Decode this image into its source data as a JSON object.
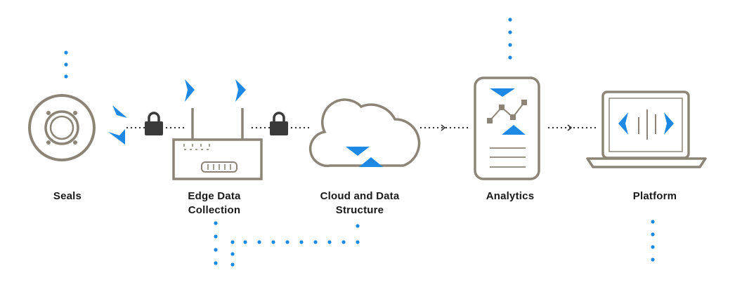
{
  "stages": [
    {
      "id": "seals",
      "lines": [
        "Seals"
      ]
    },
    {
      "id": "edge",
      "lines": [
        "Edge Data",
        "Collection"
      ]
    },
    {
      "id": "cloud",
      "lines": [
        "Cloud and Data",
        "Structure"
      ]
    },
    {
      "id": "analytics",
      "lines": [
        "Analytics"
      ]
    },
    {
      "id": "platform",
      "lines": [
        "Platform"
      ]
    }
  ],
  "colors": {
    "outline": "#8c8577",
    "accent": "#1e88e5",
    "dots": "#333333",
    "lock": "#3a3a3a",
    "label": "#1a1a1a"
  },
  "icons": [
    "seal-ring-icon",
    "lock-icon",
    "router-icon",
    "cloud-icon",
    "phone-chart-icon",
    "laptop-code-icon"
  ]
}
